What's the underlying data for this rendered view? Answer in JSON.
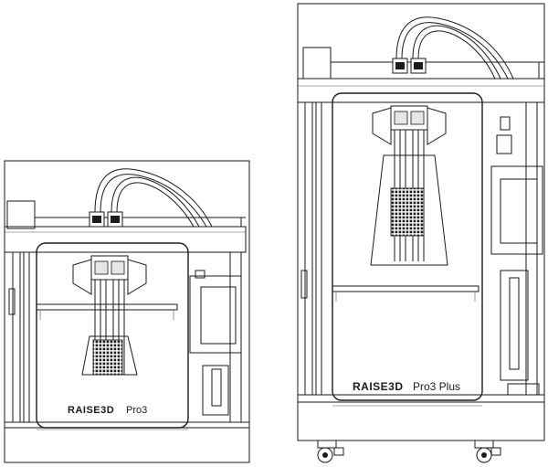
{
  "printers": [
    {
      "brand": "RAISE3D",
      "model": "Pro3"
    },
    {
      "brand": "RAISE3D",
      "model": "Pro3 Plus"
    }
  ]
}
